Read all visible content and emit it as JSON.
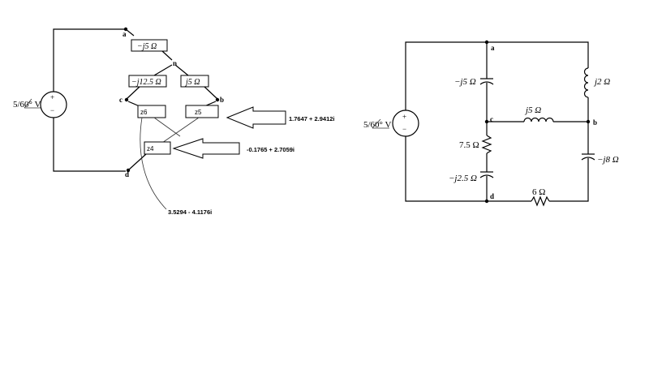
{
  "left_circuit": {
    "source_label": "5/60° V",
    "source_plus": "+",
    "source_minus": "−",
    "nodes": {
      "a": "a",
      "n": "n",
      "c": "c",
      "b": "b",
      "d": "d"
    },
    "impedances": {
      "top": "−j5 Ω",
      "left_mid": "−j12.5 Ω",
      "right_mid": "j5 Ω",
      "z6": "z6",
      "z5": "z5",
      "z4": "z4"
    },
    "annotations": {
      "z5_value": "1.7647 + 2.9412i",
      "z4_value": "-0.1765 + 2.7059i",
      "z6_value": "3.5294 - 4.1176i"
    }
  },
  "right_circuit": {
    "source_label": "5/60° V",
    "source_plus": "+",
    "source_minus": "−",
    "nodes": {
      "a": "a",
      "b": "b",
      "c": "c",
      "d": "d"
    },
    "components": {
      "cap_top": "−j5 Ω",
      "ind_right": "j2 Ω",
      "ind_mid": "j5 Ω",
      "res_mid": "7.5 Ω",
      "cap_bottom": "−j2.5 Ω",
      "cap_right": "−j8 Ω",
      "res_bottom": "6 Ω"
    }
  }
}
